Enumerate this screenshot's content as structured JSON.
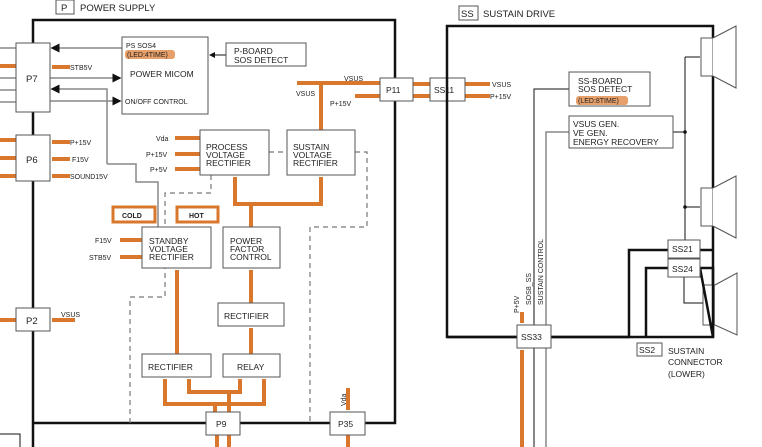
{
  "colors": {
    "power_path": "#d9782c",
    "signal": "#111111",
    "frame": "#111111"
  },
  "power_supply": {
    "badge": "P",
    "title": "POWER SUPPLY",
    "connectors": {
      "p7": "P7",
      "p6": "P6",
      "p2": "P2",
      "p9": "P9",
      "p35": "P35",
      "p11": "P11"
    },
    "p7_signals": [
      "STB5V"
    ],
    "p6_signals": [
      "P+15V",
      "F15V",
      "SOUND15V"
    ],
    "p2_signal": "VSUS",
    "micom": {
      "line1": "PS SOS4",
      "led": "(LED:4TIME)",
      "name": "POWER MICOM",
      "control": "ON/OFF CONTROL"
    },
    "pboard": {
      "line1": "P-BOARD",
      "line2": "SOS DETECT"
    },
    "process": {
      "lines": [
        "PROCESS",
        "VOLTAGE",
        "RECTIFIER"
      ],
      "outputs": [
        "Vda",
        "P+15V",
        "P+5V"
      ]
    },
    "sustain": {
      "lines": [
        "SUSTAIN",
        "VOLTAGE",
        "RECTIFIER"
      ],
      "outputs": [
        "VSUS",
        "VSUS",
        "P+15V"
      ]
    },
    "cold": "COLD",
    "hot": "HOT",
    "standby": {
      "lines": [
        "STANDBY",
        "VOLTAGE",
        "RECTIFIER"
      ],
      "outputs": [
        "F15V",
        "STB5V"
      ]
    },
    "pfc": {
      "lines": [
        "POWER",
        "FACTOR",
        "CONTROL"
      ]
    },
    "rectifier": "RECTIFIER",
    "relay": "RELAY",
    "p35_input": "Vda"
  },
  "sustain_drive": {
    "badge": "SS",
    "title": "SUSTAIN DRIVE",
    "connectors": {
      "ss11": "SS11",
      "ss21": "SS21",
      "ss24": "SS24",
      "ss33": "SS33"
    },
    "ss11_outputs": [
      "VSUS",
      "P+15V"
    ],
    "ssboard": {
      "line1": "SS-BOARD",
      "line2": "SOS DETECT",
      "led": "(LED:8TIME)"
    },
    "gen": {
      "lines": [
        "VSUS GEN.",
        "VE GEN.",
        "ENERGY RECOVERY"
      ]
    },
    "ss33_signals": [
      "P+5V",
      "SOS8_SS",
      "SUSTAIN CONTROL"
    ],
    "lower": {
      "badge": "SS2",
      "lines": [
        "SUSTAIN",
        "CONNECTOR",
        "(LOWER)"
      ]
    }
  }
}
